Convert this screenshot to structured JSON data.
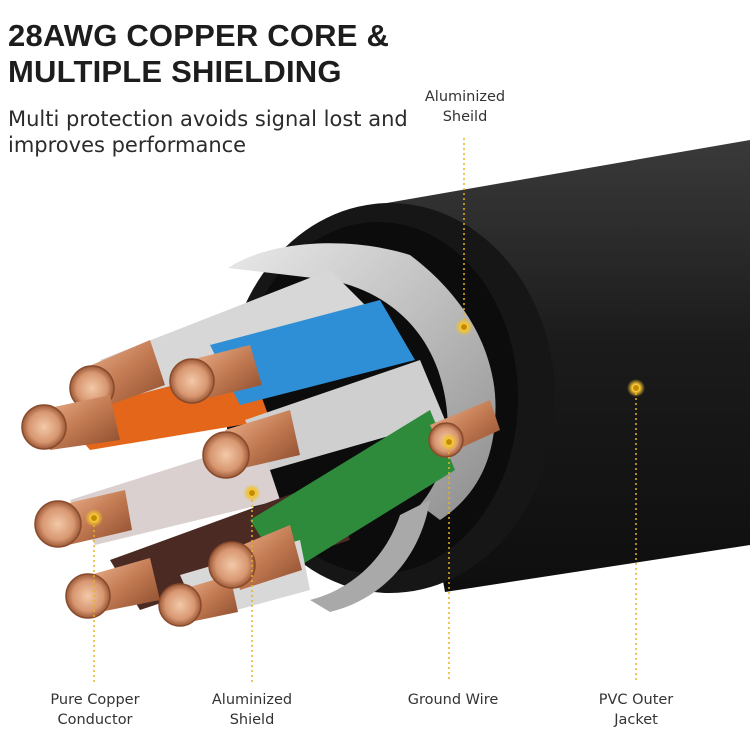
{
  "heading": {
    "line1": "28AWG COPPER CORE &",
    "line2": "MULTIPLE SHIELDING"
  },
  "subheading": {
    "line1": "Multi protection avoids signal lost and",
    "line2": "improves performance"
  },
  "callouts": {
    "top_shield": {
      "line1": "Aluminized",
      "line2": "Sheild"
    },
    "conductor": {
      "line1": "Pure Copper",
      "line2": "Conductor"
    },
    "inner_shield": {
      "line1": "Aluminized",
      "line2": "Shield"
    },
    "ground": {
      "line1": "Ground Wire"
    },
    "jacket": {
      "line1": "PVC Outer",
      "line2": "Jacket"
    }
  },
  "colors": {
    "accent": "#e8b21f",
    "jacket": "#1c1c1c",
    "copper": "#c07a55",
    "blue": "#2f8fd6",
    "orange": "#e4661a",
    "green": "#2e8b3c",
    "brown": "#4a2a22"
  }
}
